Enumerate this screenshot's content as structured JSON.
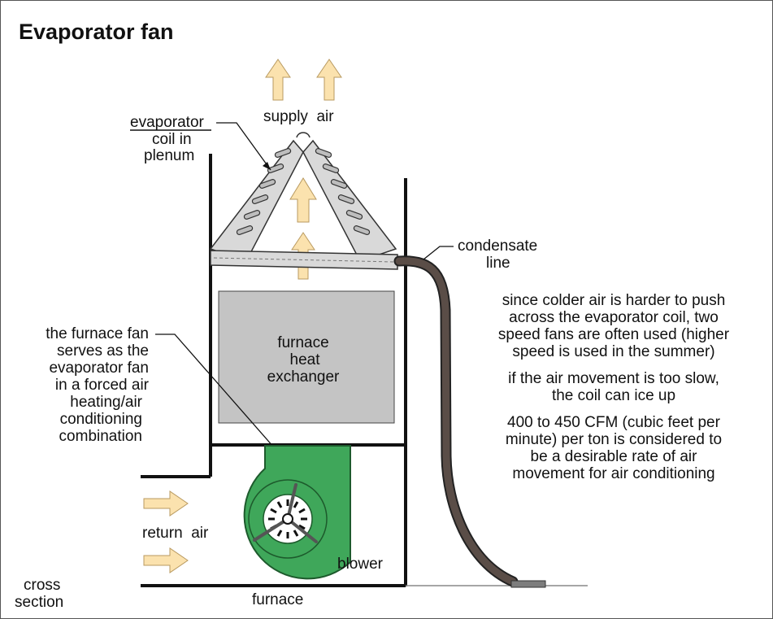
{
  "title": "Evaporator fan",
  "labels": {
    "supply_air": "supply  air",
    "evap_word": "evaporator",
    "evap_line2": "coil in",
    "evap_line3": "plenum",
    "condensate_1": "condensate",
    "condensate_2": "line",
    "hx_1": "furnace",
    "hx_2": "heat",
    "hx_3": "exchanger",
    "fan_1": "the furnace fan",
    "fan_2": "serves as the",
    "fan_3": "evaporator fan",
    "fan_4": "in a forced air",
    "fan_5": "heating/air",
    "fan_6": "conditioning",
    "fan_7": "combination",
    "return_air": "return  air",
    "blower": "blower",
    "furnace": "furnace",
    "cross_1": "cross",
    "cross_2": "section"
  },
  "notes": {
    "n1_1": "since colder air is harder to push",
    "n1_2": "across the evaporator coil, two",
    "n1_3": "speed fans are often used (higher",
    "n1_4": "speed is used in the summer)",
    "n2_1": "if the air movement is too slow,",
    "n2_2": "the coil can ice up",
    "n3_1": "400 to 450 CFM (cubic feet per",
    "n3_2": "minute) per ton is considered to",
    "n3_3": "be a desirable rate of air",
    "n3_4": "movement for air conditioning"
  },
  "colors": {
    "arrow_fill": "#fbe2ae",
    "coil_fill": "#d9d9d9",
    "heat_exchanger": "#c4c4c4",
    "blower": "#3fa75a",
    "condensate_line": "#5a4d47"
  },
  "icons": {
    "supply_arrows": "up-arrow-icon",
    "return_arrows": "right-arrow-icon",
    "blower": "blower-fan-icon"
  }
}
